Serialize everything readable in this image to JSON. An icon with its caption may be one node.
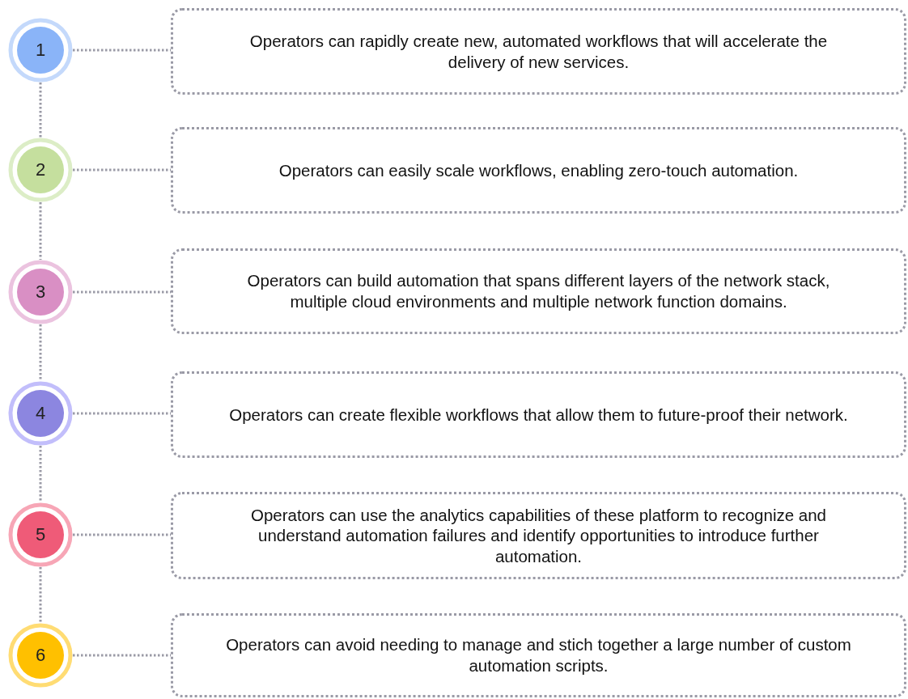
{
  "diagram": {
    "nodes": [
      {
        "text": [
          "1"
        ]
      },
      {
        "text": [
          "Operators can rapidly create new, automated workflows that will accelerate the delivery of new services."
        ]
      },
      {
        "text": [
          "2"
        ]
      },
      {
        "text": [
          "Operators can easily scale workflows, enabling zero-touch automation."
        ]
      },
      {
        "text": [
          "3"
        ]
      },
      {
        "text": [
          "Operators can build automation that spans different layers of the network stack, multiple cloud environments and multiple network function domains."
        ]
      },
      {
        "text": [
          "4"
        ]
      },
      {
        "text": [
          "Operators can create flexible workflows that allow them to future-proof their network."
        ]
      },
      {
        "text": [
          "5"
        ]
      },
      {
        "text": [
          "Operators can use the analytics capabilities of these platform to recognize and understand automation failures and identify opportunities to introduce further automation."
        ]
      },
      {
        "text": [
          "6"
        ]
      },
      {
        "text": [
          "Operators can avoid needing to manage and stich together a large number of custom automation scripts."
        ]
      }
    ],
    "edges": [
      {
        "from": 0,
        "to": 1,
        "arrow": "none"
      },
      {
        "from": 0,
        "to": 2,
        "arrow": "none"
      },
      {
        "from": 2,
        "to": 3,
        "arrow": "none"
      },
      {
        "from": 2,
        "to": 4,
        "arrow": "none"
      },
      {
        "from": 4,
        "to": 5,
        "arrow": "none"
      },
      {
        "from": 4,
        "to": 6,
        "arrow": "none"
      },
      {
        "from": 6,
        "to": 7,
        "arrow": "none"
      },
      {
        "from": 6,
        "to": 8,
        "arrow": "none"
      },
      {
        "from": 8,
        "to": 9,
        "arrow": "none"
      },
      {
        "from": 8,
        "to": 10,
        "arrow": "none"
      },
      {
        "from": 10,
        "to": 11,
        "arrow": "none"
      }
    ]
  }
}
